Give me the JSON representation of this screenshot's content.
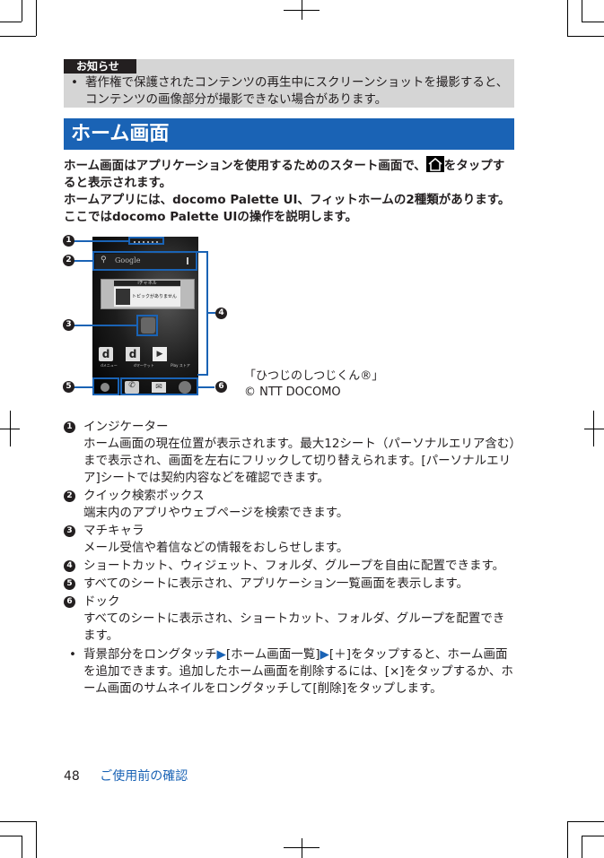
{
  "notice": {
    "label": "お知らせ",
    "text": "著作権で保護されたコンテンツの再生中にスクリーンショットを撮影すると、コンテンツの画像部分が撮影できない場合があります。"
  },
  "title": "ホーム画面",
  "intro": {
    "line1_before": "ホーム画面はアプリケーションを使用するためのスタート画面で、",
    "line1_after": "をタップすると表示されます。",
    "line2": "ホームアプリには、docomo Palette UI、フィットホームの2種類があります。ここではdocomo Palette UIの操作を説明します。"
  },
  "screenshot": {
    "search_placeholder": "Google",
    "widget_title": "iチャネル",
    "widget_text": "トピックがありません",
    "apps": [
      "dメニュー",
      "dマーケット",
      "Play ストア"
    ],
    "callouts": [
      "1",
      "2",
      "3",
      "4",
      "5",
      "6"
    ]
  },
  "credit": {
    "line1": "「ひつじのしつじくん®」",
    "line2": "© NTT DOCOMO"
  },
  "items": [
    {
      "num": "1",
      "title": "インジケーター",
      "desc": "ホーム画面の現在位置が表示されます。最大12シート（パーソナルエリア含む）まで表示され、画面を左右にフリックして切り替えられます。[パーソナルエリア]シートでは契約内容などを確認できます。"
    },
    {
      "num": "2",
      "title": "クイック検索ボックス",
      "desc": "端末内のアプリやウェブページを検索できます。"
    },
    {
      "num": "3",
      "title": "マチキャラ",
      "desc": "メール受信や着信などの情報をおしらせします。"
    },
    {
      "num": "4",
      "title": "ショートカット、ウィジェット、フォルダ、グループを自由に配置できます。",
      "desc": ""
    },
    {
      "num": "5",
      "title": "すべてのシートに表示され、アプリケーション一覧画面を表示します。",
      "desc": ""
    },
    {
      "num": "6",
      "title": "ドック",
      "desc": "すべてのシートに表示され、ショートカット、フォルダ、グループを配置できます。"
    }
  ],
  "tip": {
    "a": "背景部分をロングタッチ",
    "b": "[ホーム画面一覧]",
    "c": "[＋]をタップすると、ホーム画面を追加できます。追加したホーム画面を削除するには、[×]をタップするか、ホーム画面のサムネイルをロングタッチして[削除]をタップします。",
    "arrow": "▶"
  },
  "footer": {
    "page": "48",
    "section": "ご使用前の確認"
  },
  "colors": {
    "accent": "#1a63b5",
    "notice_bg": "#d5d5d5"
  }
}
